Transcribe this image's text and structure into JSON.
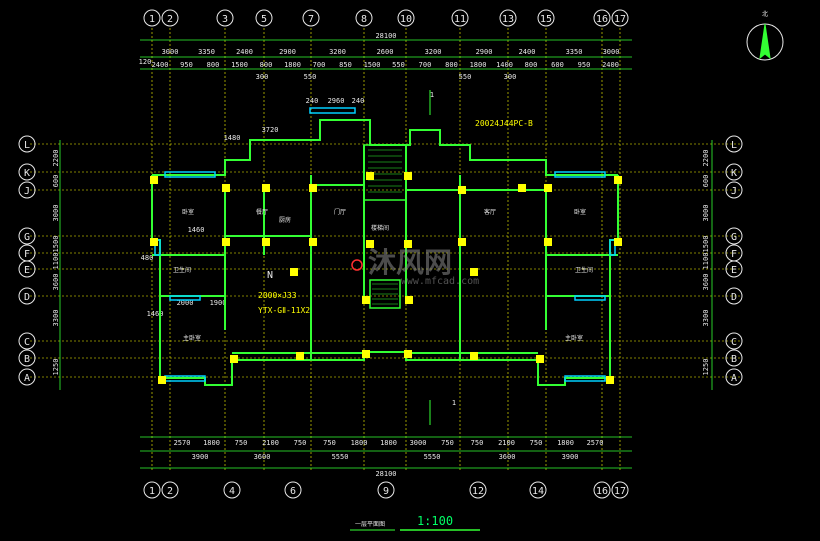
{
  "colors": {
    "background": "#000000",
    "wall": "#33ff33",
    "axis": "#ffff00",
    "column": "#ffff00",
    "window": "#00d0ff",
    "text": "#e8e8e8",
    "accent": "#ff3030"
  },
  "axes": {
    "top": [
      "1",
      "2",
      "3",
      "5",
      "7",
      "8",
      "10",
      "11",
      "13",
      "15",
      "16",
      "17"
    ],
    "bottom": [
      "1",
      "2",
      "4",
      "6",
      "9",
      "12",
      "14",
      "16",
      "17"
    ],
    "left": [
      "L",
      "K",
      "J",
      "G",
      "F",
      "E",
      "D",
      "C",
      "B",
      "A"
    ],
    "right": [
      "L",
      "K",
      "J",
      "G",
      "F",
      "E",
      "D",
      "C",
      "B",
      "A"
    ]
  },
  "dimensions": {
    "top_total": "28100",
    "top_row1": [
      "3000",
      "3350",
      "2400",
      "2900",
      "3200",
      "2600",
      "3200",
      "2900",
      "2400",
      "3350",
      "3000"
    ],
    "top_row2": [
      "2400",
      "950",
      "800",
      "1500",
      "800",
      "1800",
      "700",
      "850",
      "1500",
      "550",
      "700",
      "800",
      "1800",
      "1400",
      "800",
      "600",
      "950",
      "2400"
    ],
    "top_row3": [
      "300",
      "550",
      "550",
      "300"
    ],
    "bottom_row1": [
      "2570",
      "1800",
      "750",
      "2100",
      "750",
      "750",
      "1800",
      "1800",
      "3000",
      "750",
      "750",
      "2100",
      "750",
      "1800",
      "2570"
    ],
    "bottom_row2": [
      "3900",
      "3600",
      "5550",
      "5550",
      "3600",
      "3900"
    ],
    "bottom_total": "28100",
    "left_side": [
      "2200",
      "600",
      "3000",
      "1500",
      "1100",
      "3600",
      "3300",
      "1250"
    ],
    "right_side": [
      "2200",
      "600",
      "3000",
      "1500",
      "1100",
      "3600",
      "3300",
      "1250"
    ],
    "extra": [
      "120",
      "1480",
      "3720",
      "240",
      "2960",
      "240",
      "1460",
      "1460",
      "480",
      "2000",
      "1900"
    ]
  },
  "rooms": [
    "卧室",
    "客厅",
    "卧室",
    "厨房",
    "主卧室",
    "主卧室",
    "卫生间",
    "卫生间",
    "餐厅",
    "门厅",
    "楼梯间"
  ],
  "labels": {
    "note1": "20024J44PC-B",
    "note2": "YTX-GⅡ-11X2",
    "note3": "2000×J33",
    "section_marker": "1",
    "compass": "北",
    "n_marker": "N",
    "title_under": "一层平面图",
    "scale": "1:100",
    "watermark_cn": "沐风网",
    "watermark_url": "www.mfcad.com"
  }
}
